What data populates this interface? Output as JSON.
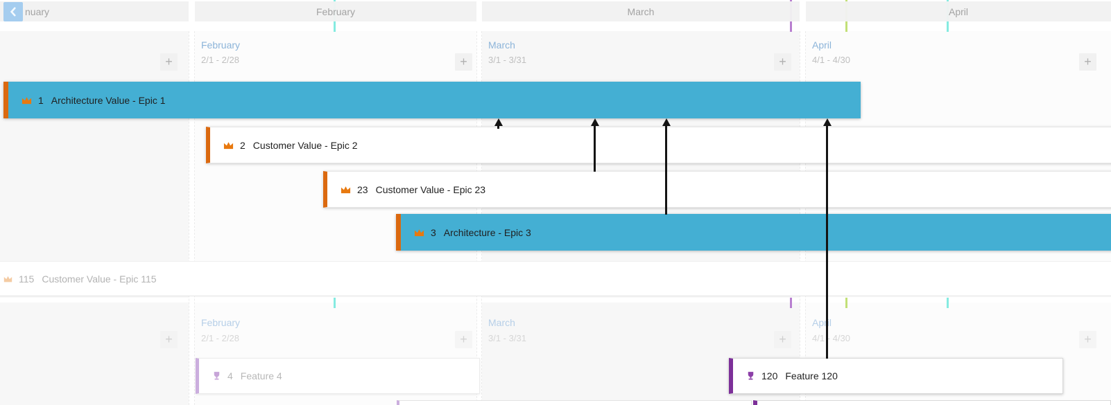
{
  "controls": {
    "back_icon": "chevron-left",
    "add_label": "+"
  },
  "month_strip": {
    "items": [
      {
        "label": "nuary"
      },
      {
        "label": "February"
      },
      {
        "label": "March"
      },
      {
        "label": "April"
      }
    ]
  },
  "columns": [
    {
      "month": "",
      "range": ""
    },
    {
      "month": "February",
      "range": "2/1 - 2/28"
    },
    {
      "month": "March",
      "range": "3/1 - 3/31"
    },
    {
      "month": "April",
      "range": "4/1 - 4/30"
    }
  ],
  "band1": {
    "epics": [
      {
        "id": "1",
        "title": "Architecture Value - Epic 1",
        "style": "teal"
      },
      {
        "id": "2",
        "title": "Customer Value - Epic 2",
        "style": "white"
      },
      {
        "id": "23",
        "title": "Customer Value - Epic 23",
        "style": "white"
      },
      {
        "id": "3",
        "title": "Architecture - Epic 3",
        "style": "teal"
      }
    ],
    "unscheduled": {
      "id": "115",
      "title": "Customer Value - Epic 115"
    }
  },
  "band2": {
    "features": [
      {
        "id": "4",
        "title": "Feature 4",
        "style": "faded"
      },
      {
        "id": "120",
        "title": "Feature 120",
        "style": "normal"
      }
    ]
  },
  "dependency_arrows": [
    {
      "direction": "up"
    },
    {
      "direction": "up"
    },
    {
      "direction": "up"
    },
    {
      "direction": "up"
    }
  ],
  "markers": [
    {
      "color": "#85ebe1"
    },
    {
      "color": "#b87fd0"
    },
    {
      "color": "#c2e077"
    },
    {
      "color": "#85ebe1"
    }
  ],
  "colors": {
    "epic_bar_teal": "#44afd3",
    "epic_accent_orange": "#db690f",
    "epic_icon_orange": "#e8790f",
    "feature_accent_purple": "#7d3099",
    "feature_accent_lavender": "#cbaede",
    "dependency_arrow": "#141414",
    "header_month_blue": "#8cb4d9",
    "back_button_blue": "#a5cdef",
    "marker_cyan": "#85ebe1",
    "marker_purple": "#b87fd0",
    "marker_green": "#c2e077"
  }
}
